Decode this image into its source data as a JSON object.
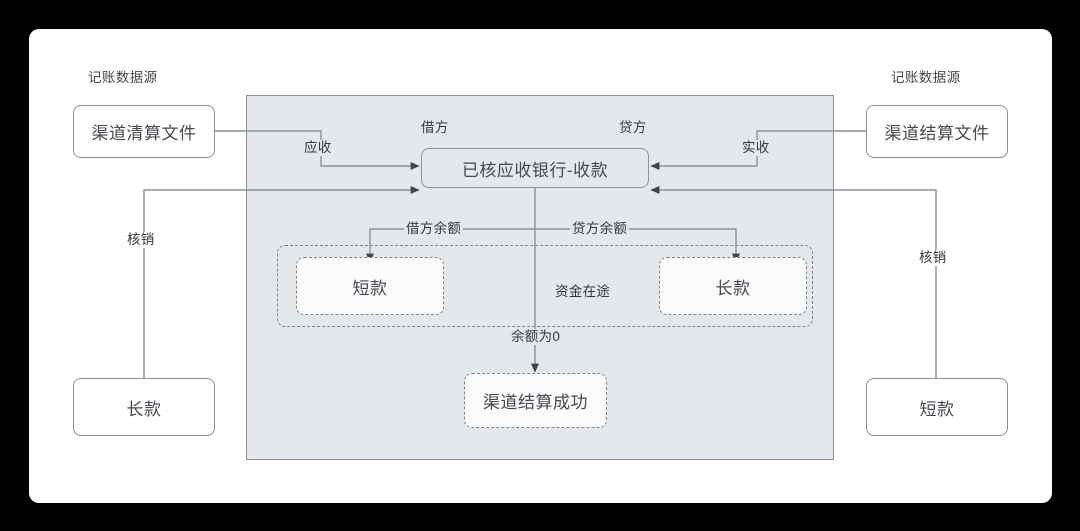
{
  "diagram": {
    "title_left_source": "记账数据源",
    "title_right_source": "记账数据源",
    "accent_gray_fill": "#e4e8ea",
    "stroke_color": "#8b9099",
    "text_color": "#46494f",
    "canvas_bg": "#ffffff",
    "page_bg": "#000000"
  },
  "nodes": {
    "left_source": "渠道清算文件",
    "right_source": "渠道结算文件",
    "center": "已核应收银行-收款",
    "short_inner": "短款",
    "long_inner": "长款",
    "settlement_success": "渠道结算成功",
    "left_bottom": "长款",
    "right_bottom": "短款"
  },
  "labels": {
    "debit": "借方",
    "credit": "贷方",
    "receivable": "应收",
    "actual_receipt": "实收",
    "debit_balance": "借方余额",
    "credit_balance": "贷方余额",
    "funds_in_transit": "资金在途",
    "balance_zero": "余额为0",
    "writeoff_left": "核销",
    "writeoff_right": "核销"
  }
}
